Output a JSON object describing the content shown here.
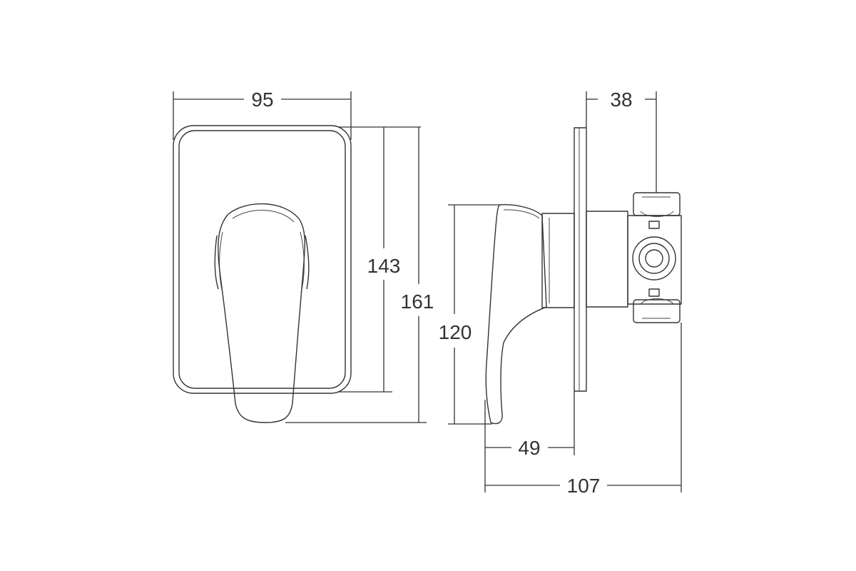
{
  "dimensions": {
    "front_width": "95",
    "front_plate_height": "143",
    "front_total_height": "161",
    "side_handle_height": "120",
    "side_handle_depth": "49",
    "side_total_depth": "107",
    "side_body_depth": "38"
  },
  "colors": {
    "line": "#333333",
    "background": "#ffffff"
  }
}
